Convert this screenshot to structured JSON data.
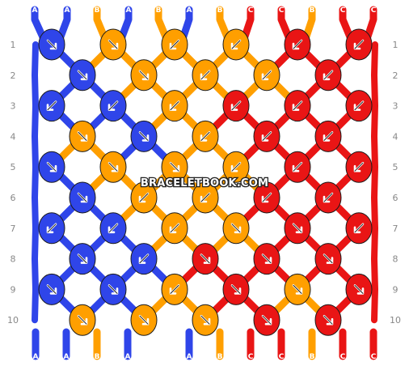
{
  "colors": {
    "A": "#2f45e9",
    "B": "#ff9f00",
    "C": "#e91515"
  },
  "watermark": "BRACELETBOOK.COM",
  "rows": [
    "1",
    "2",
    "3",
    "4",
    "5",
    "6",
    "7",
    "8",
    "9",
    "10"
  ],
  "strands_top": [
    "A",
    "A",
    "B",
    "A",
    "B",
    "A",
    "B",
    "C",
    "C",
    "B",
    "C",
    "C"
  ],
  "strands_bottom": [
    "A",
    "A",
    "B",
    "A",
    "A",
    "B",
    "C",
    "C",
    "B",
    "C",
    "C"
  ],
  "knot_colors": [
    [
      "A",
      "B",
      "B",
      "B",
      "C",
      "C"
    ],
    [
      "A",
      "B",
      "B",
      "B",
      "C"
    ],
    [
      "A",
      "A",
      "B",
      "C",
      "C",
      "C"
    ],
    [
      "B",
      "A",
      "B",
      "C",
      "C"
    ],
    [
      "A",
      "B",
      "B",
      "B",
      "C",
      "C"
    ],
    [
      "A",
      "B",
      "B",
      "C",
      "C"
    ],
    [
      "A",
      "A",
      "B",
      "B",
      "C",
      "C"
    ],
    [
      "A",
      "A",
      "C",
      "C",
      "C"
    ],
    [
      "A",
      "A",
      "B",
      "C",
      "B",
      "C"
    ],
    [
      "B",
      "B",
      "B",
      "C",
      "C"
    ]
  ],
  "knot_arrows": [
    [
      "se",
      "se",
      "sw",
      "sw",
      "sw",
      "sw"
    ],
    [
      "se",
      "se",
      "sw",
      "sw",
      "sw"
    ],
    [
      "sw",
      "sw",
      "sw",
      "sw",
      "sw",
      "sw"
    ],
    [
      "se",
      "se",
      "sw",
      "sw",
      "sw"
    ],
    [
      "se",
      "se",
      "se",
      "sw",
      "sw",
      "sw"
    ],
    [
      "se",
      "sw",
      "sw",
      "sw",
      "sw"
    ],
    [
      "sw",
      "sw",
      "sw",
      "se",
      "se",
      "sw"
    ],
    [
      "se",
      "sw",
      "se",
      "se",
      "se"
    ],
    [
      "se",
      "se",
      "sw",
      "se",
      "se",
      "se"
    ],
    [
      "se",
      "se",
      "se",
      "se",
      "se"
    ]
  ]
}
